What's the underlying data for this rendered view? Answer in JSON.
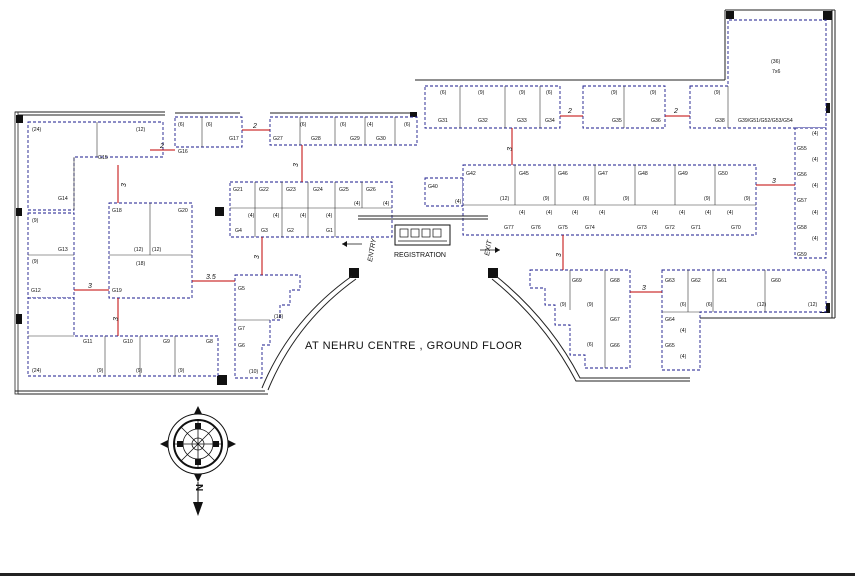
{
  "title": "AT NEHRU CENTRE , GROUND FLOOR",
  "registration": "REGISTRATION",
  "entry": "ENTRY",
  "exit": "EXIT",
  "compass": "N",
  "stalls": [
    {
      "id": "G1",
      "label": "G1"
    },
    {
      "id": "G2",
      "label": "G2"
    },
    {
      "id": "G3",
      "label": "G3"
    },
    {
      "id": "G4",
      "label": "G4"
    },
    {
      "id": "G5",
      "label": "G5"
    },
    {
      "id": "G6",
      "label": "G6"
    },
    {
      "id": "G7",
      "label": "G7"
    },
    {
      "id": "G8",
      "label": "G8"
    },
    {
      "id": "G9",
      "label": "G9"
    },
    {
      "id": "G10",
      "label": "G10"
    },
    {
      "id": "G11",
      "label": "G11"
    },
    {
      "id": "G12",
      "label": "G12"
    },
    {
      "id": "G13",
      "label": "G13"
    },
    {
      "id": "G14",
      "label": "G14"
    },
    {
      "id": "G15",
      "label": "G15"
    },
    {
      "id": "G16",
      "label": "G16"
    },
    {
      "id": "G17",
      "label": "G17"
    },
    {
      "id": "G18",
      "label": "G18"
    },
    {
      "id": "G19",
      "label": "G19"
    },
    {
      "id": "G20",
      "label": "G20"
    },
    {
      "id": "G21",
      "label": "G21"
    },
    {
      "id": "G22",
      "label": "G22"
    },
    {
      "id": "G23",
      "label": "G23"
    },
    {
      "id": "G24",
      "label": "G24"
    },
    {
      "id": "G25",
      "label": "G25"
    },
    {
      "id": "G26",
      "label": "G26"
    },
    {
      "id": "G27",
      "label": "G27"
    },
    {
      "id": "G28",
      "label": "G28"
    },
    {
      "id": "G29",
      "label": "G29"
    },
    {
      "id": "G30",
      "label": "G30"
    },
    {
      "id": "G31",
      "label": "G31"
    },
    {
      "id": "G32",
      "label": "G32"
    },
    {
      "id": "G33",
      "label": "G33"
    },
    {
      "id": "G34",
      "label": "G34"
    },
    {
      "id": "G35",
      "label": "G35"
    },
    {
      "id": "G36",
      "label": "G36"
    },
    {
      "id": "G38",
      "label": "G38"
    },
    {
      "id": "G39",
      "label": "G39/G51/G52/G53/G54"
    },
    {
      "id": "G40",
      "label": "G40"
    },
    {
      "id": "G42",
      "label": "G42"
    },
    {
      "id": "G45",
      "label": "G45"
    },
    {
      "id": "G46",
      "label": "G46"
    },
    {
      "id": "G47",
      "label": "G47"
    },
    {
      "id": "G48",
      "label": "G48"
    },
    {
      "id": "G49",
      "label": "G49"
    },
    {
      "id": "G50",
      "label": "G50"
    },
    {
      "id": "G55",
      "label": "G55"
    },
    {
      "id": "G56",
      "label": "G56"
    },
    {
      "id": "G57",
      "label": "G57"
    },
    {
      "id": "G58",
      "label": "G58"
    },
    {
      "id": "G59",
      "label": "G59"
    },
    {
      "id": "G60",
      "label": "G60"
    },
    {
      "id": "G61",
      "label": "G61"
    },
    {
      "id": "G62",
      "label": "G62"
    },
    {
      "id": "G63",
      "label": "G63"
    },
    {
      "id": "G64",
      "label": "G64"
    },
    {
      "id": "G65",
      "label": "G65"
    },
    {
      "id": "G66",
      "label": "G66"
    },
    {
      "id": "G67",
      "label": "G67"
    },
    {
      "id": "G68",
      "label": "G68"
    },
    {
      "id": "G69",
      "label": "G69"
    },
    {
      "id": "G70",
      "label": "G70"
    },
    {
      "id": "G71",
      "label": "G71"
    },
    {
      "id": "G72",
      "label": "G72"
    },
    {
      "id": "G73",
      "label": "G73"
    },
    {
      "id": "G74",
      "label": "G74"
    },
    {
      "id": "G75",
      "label": "G75"
    },
    {
      "id": "G76",
      "label": "G76"
    },
    {
      "id": "G77",
      "label": "G77"
    }
  ],
  "counts": [
    "(24)",
    "(12)",
    "(9)",
    "(6)",
    "(4)",
    "(18)",
    "(10)",
    "(36)",
    "7x6"
  ],
  "distances": [
    "2",
    "3",
    "3.5"
  ]
}
